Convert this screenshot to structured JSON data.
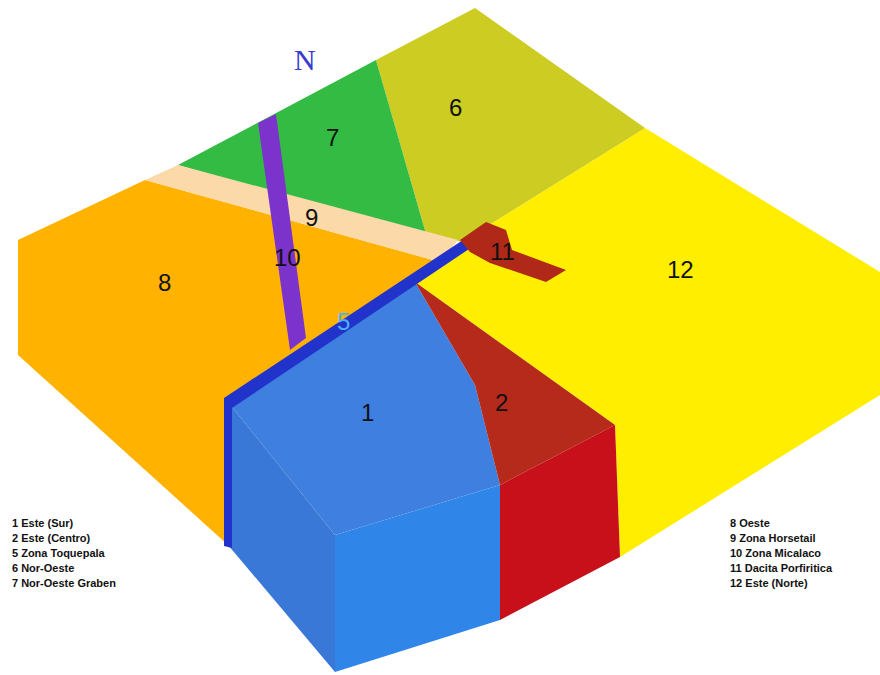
{
  "diagram": {
    "labels": [
      "N",
      "7",
      "6",
      "9",
      "10",
      "8",
      "11",
      "12",
      "5",
      "1",
      "2"
    ],
    "legend": [
      {
        "text": "1 Este (Sur)"
      },
      {
        "text": "2 Este (Centro)"
      },
      {
        "text": "5 Zona Toquepala"
      },
      {
        "text": "6 Nor-Oeste"
      },
      {
        "text": "7 Nor-Oeste Graben"
      },
      {
        "text": "8 Oeste"
      },
      {
        "text": "9 Zona Horsetail"
      },
      {
        "text": "10 Zona Micalaco"
      },
      {
        "text": "11 Dacita Porfiritica"
      },
      {
        "text": "12 Este (Norte)"
      }
    ]
  }
}
